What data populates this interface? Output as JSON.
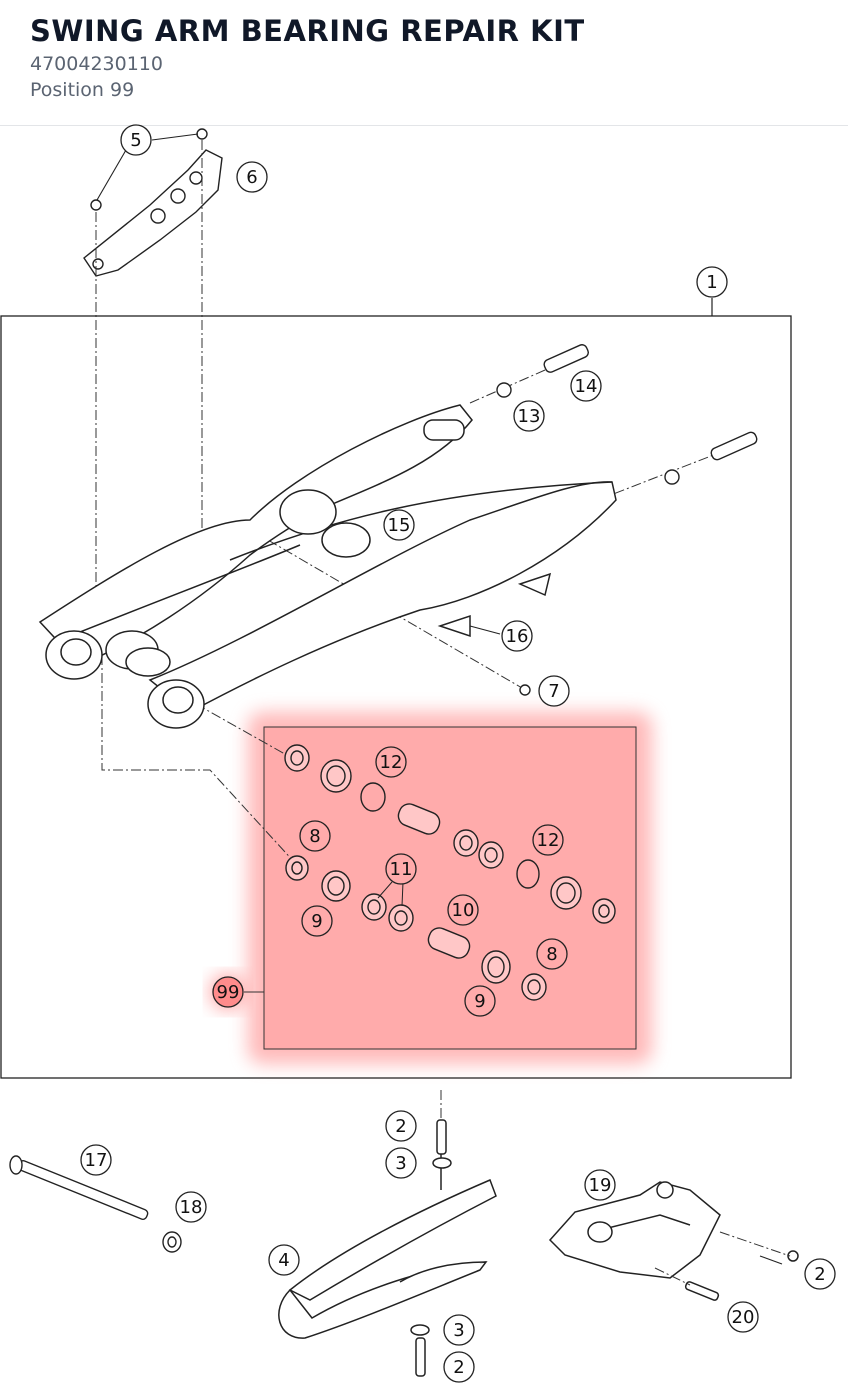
{
  "header": {
    "title": "SWING ARM BEARING REPAIR KIT",
    "part_number": "47004230110",
    "position": "Position 99"
  },
  "highlight": {
    "color": "#ff6b6b",
    "label": "99"
  },
  "callouts": [
    "1",
    "2",
    "3",
    "4",
    "5",
    "6",
    "7",
    "8",
    "9",
    "10",
    "11",
    "12",
    "13",
    "14",
    "15",
    "16",
    "17",
    "18",
    "19",
    "20",
    "99"
  ]
}
